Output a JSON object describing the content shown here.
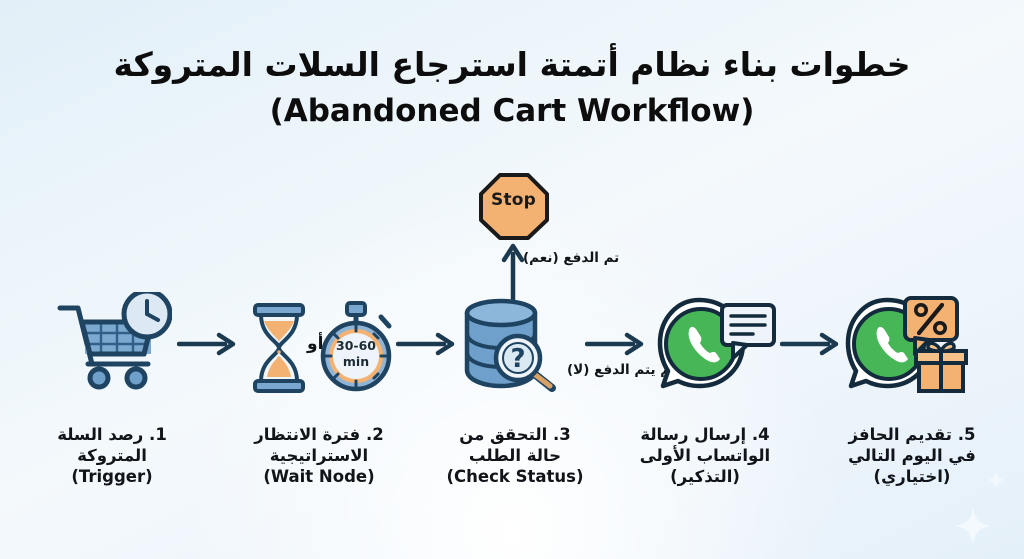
{
  "header": {
    "title_ar": "خطوات بناء نظام أتمتة استرجاع السلات المتروكة",
    "title_en": "(Abandoned Cart Workflow)"
  },
  "colors": {
    "background_top": "#e2eff8",
    "background_bottom": "#f4f9fc",
    "text": "#111418",
    "arrow": "#1b3a50",
    "icon_outline": "#1f4462",
    "icon_blue": "#6699c6",
    "icon_blue_dark": "#4a7fae",
    "accent_orange": "#f0a45c",
    "accent_orange_light": "#f7c28a",
    "whatsapp_green": "#3fb950",
    "whatsapp_green_dark": "#2f9e42"
  },
  "flow": {
    "nodes": [
      {
        "id": "trigger",
        "number": "1.",
        "icon": "abandoned-cart-clock-icon",
        "caption_lines": [
          "1. رصد السلة",
          "المتروكة",
          "(Trigger)"
        ]
      },
      {
        "id": "wait-node",
        "number": "2.",
        "icon": "hourglass-stopwatch-icon",
        "or_label": "أو",
        "stopwatch_line1": "30-60",
        "stopwatch_line2": "min",
        "caption_lines": [
          "2. فترة الانتظار",
          "الاستراتيجية",
          "(Wait Node)"
        ]
      },
      {
        "id": "check-status",
        "number": "3.",
        "icon": "database-search-icon",
        "caption_lines": [
          "3. التحقق من",
          "حالة الطلب",
          "(Check Status)"
        ]
      },
      {
        "id": "first-whatsapp-message",
        "number": "4.",
        "icon": "whatsapp-message-icon",
        "caption_lines": [
          "4. إرسال رسالة",
          "الواتساب الأولى",
          "(التذكير)"
        ]
      },
      {
        "id": "incentive-offer",
        "number": "5.",
        "icon": "whatsapp-discount-gift-icon",
        "caption_lines": [
          "5. تقديم الحافز",
          "في اليوم التالي",
          "(اختياري)"
        ]
      }
    ],
    "terminal": {
      "id": "stop",
      "icon": "stop-sign-icon",
      "label": "Stop"
    },
    "edge_labels": [
      {
        "id": "paid-yes",
        "line1": "تم الدفع",
        "line2": "(نعم)"
      },
      {
        "id": "not-paid-no",
        "line1": "لم يتم الدفع",
        "line2": "(لا)"
      }
    ],
    "arrows": [
      {
        "id": "arrow-1-to-2",
        "direction": "right"
      },
      {
        "id": "arrow-2-to-3",
        "direction": "right"
      },
      {
        "id": "arrow-3-to-stop",
        "direction": "up"
      },
      {
        "id": "arrow-3-to-4",
        "direction": "right"
      },
      {
        "id": "arrow-4-to-5",
        "direction": "right"
      }
    ]
  }
}
